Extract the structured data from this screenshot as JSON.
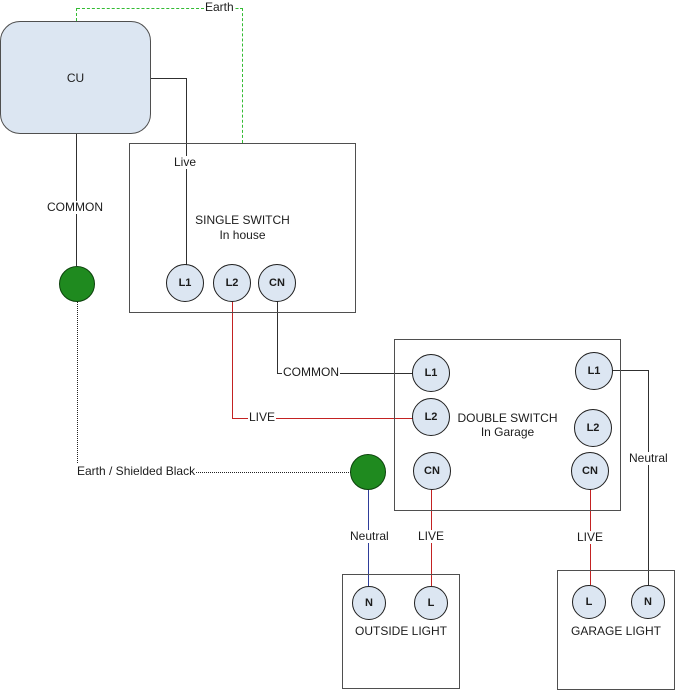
{
  "colors": {
    "box_fill": "#dce6f2",
    "box_border": "#4f4f4f",
    "wire_black": "#303030",
    "wire_red": "#c32222",
    "wire_blue": "#2e3d99",
    "earth_green": "#33bb33",
    "earth_node": "#1f8a1f"
  },
  "cu": {
    "label": "CU"
  },
  "earth": {
    "top_label": "Earth",
    "shielded_label": "Earth / Shielded Black"
  },
  "wire_labels": {
    "live_from_cu": "Live",
    "common_from_cu": "COMMON",
    "common_link": "COMMON",
    "live_link": "LIVE",
    "outside_neutral": "Neutral",
    "outside_live": "LIVE",
    "garage_live": "LIVE",
    "garage_neutral": "Neutral"
  },
  "single_switch": {
    "title": "SINGLE SWITCH",
    "subtitle": "In house",
    "terminals": [
      "L1",
      "L2",
      "CN"
    ]
  },
  "double_switch": {
    "title": "DOUBLE SWITCH",
    "subtitle": "In Garage",
    "left_terminals": [
      "L1",
      "L2",
      "CN"
    ],
    "right_terminals": [
      "L1",
      "L2",
      "CN"
    ]
  },
  "outside_light": {
    "title": "OUTSIDE LIGHT",
    "terminals": [
      "N",
      "L"
    ]
  },
  "garage_light": {
    "title": "GARAGE LIGHT",
    "terminals": [
      "L",
      "N"
    ]
  }
}
